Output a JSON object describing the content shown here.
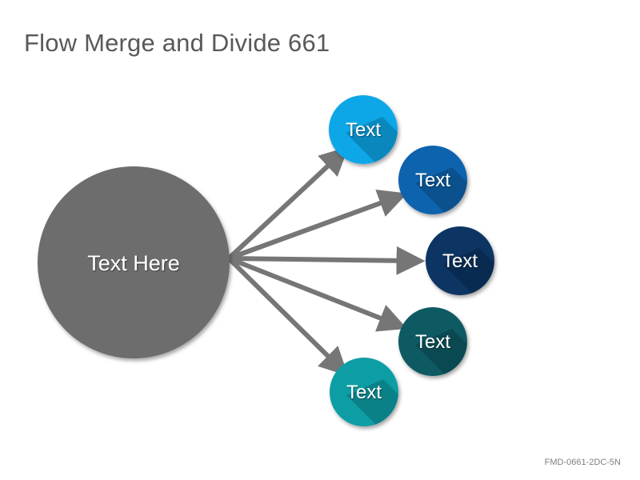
{
  "title": "Flow Merge and Divide 661",
  "source": {
    "label": "Text Here",
    "color": "#6d6d6d"
  },
  "targets": [
    {
      "label": "Text",
      "color": "#0aa7e8"
    },
    {
      "label": "Text",
      "color": "#0e63ad"
    },
    {
      "label": "Text",
      "color": "#0f3563"
    },
    {
      "label": "Text",
      "color": "#0e5a63"
    },
    {
      "label": "Text",
      "color": "#0c9ea5"
    }
  ],
  "arrow_color": "#767676",
  "footer_code": "FMD-0661-2DC-5N"
}
